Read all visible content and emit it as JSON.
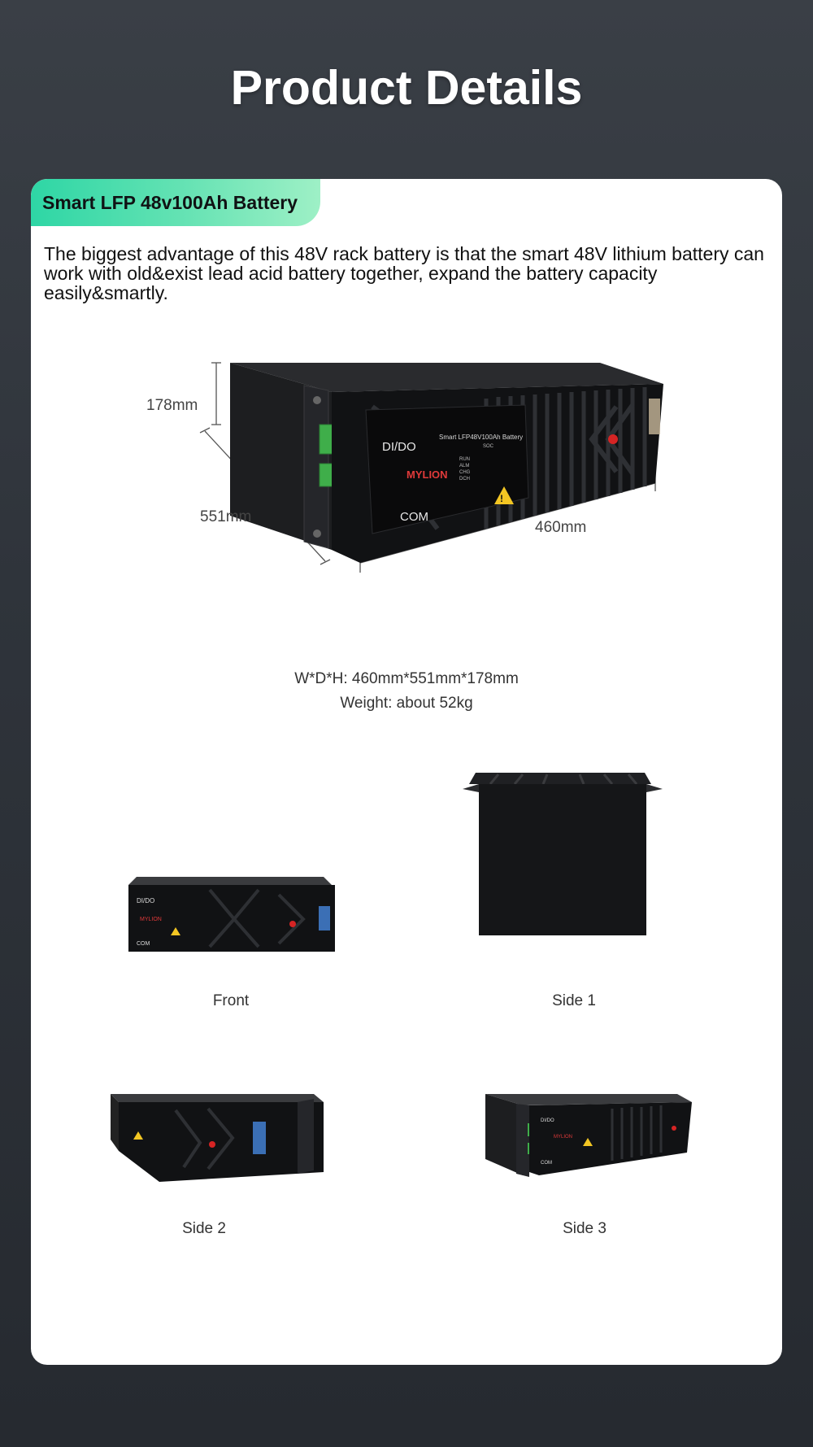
{
  "header": {
    "title": "Product Details"
  },
  "card": {
    "badge_title": "Smart LFP 48v100Ah Battery",
    "description": "The biggest advantage of this 48V rack battery is that the smart 48V lithium battery can work with old&exist lead acid battery together, expand the battery capacity easily&smartly."
  },
  "main_image": {
    "dim_height": "178mm",
    "dim_depth": "551mm",
    "dim_width": "460mm",
    "front_labels": {
      "dido": "DI/DO",
      "com": "COM",
      "model": "Smart LFP48V100Ah Battery",
      "brand": "MYLION",
      "soc": "SOC",
      "run": "RUN",
      "alm": "ALM",
      "chg": "CHG",
      "dch": "DCH"
    }
  },
  "specs": {
    "dimensions": "W*D*H: 460mm*551mm*178mm",
    "weight": "Weight: about 52kg"
  },
  "views": [
    {
      "label": "Front"
    },
    {
      "label": "Side 1"
    },
    {
      "label": "Side 2"
    },
    {
      "label": "Side 3"
    }
  ],
  "colors": {
    "background": "#2f343b",
    "badge_gradient_start": "#2ed6a5",
    "badge_gradient_end": "#9ef0c6",
    "card": "#ffffff",
    "battery_body": "#1c1c1e",
    "accent_green_terminal": "#3fae4a",
    "warning_yellow": "#f3c623",
    "power_button_red": "#d62424"
  }
}
